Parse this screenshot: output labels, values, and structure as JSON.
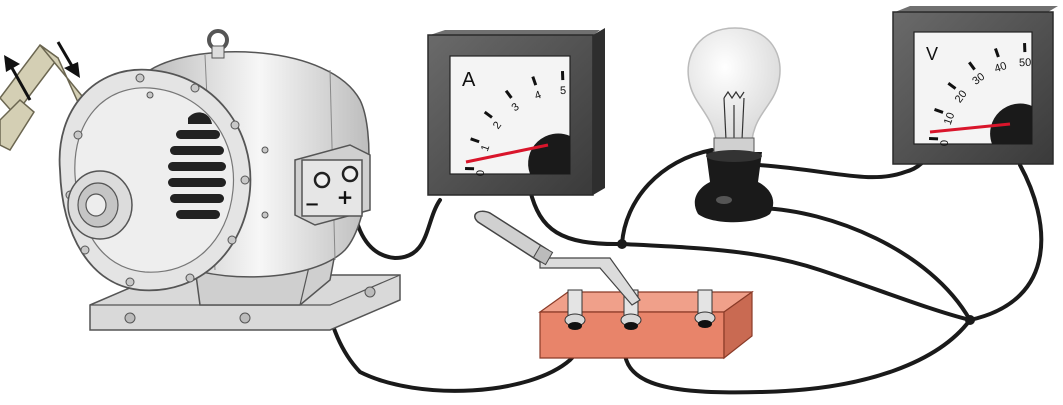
{
  "generator": {
    "minus_sign": "−",
    "plus_sign": "+"
  },
  "ammeter": {
    "unit": "A",
    "scale": [
      "0",
      "1",
      "2",
      "3",
      "4",
      "5"
    ]
  },
  "voltmeter": {
    "unit": "V",
    "scale": [
      "0",
      "10",
      "20",
      "30",
      "40",
      "50"
    ]
  },
  "colors": {
    "generator_body": "#e4e4e4",
    "meter_case": "#4d4d4d",
    "meter_face": "#f4f4f4",
    "needle": "#d9152b",
    "switch_base": "#e8846a",
    "wire": "#1a1a1a",
    "belt": "#d4cfb4",
    "bulb_glass": "#f2f2f2"
  }
}
